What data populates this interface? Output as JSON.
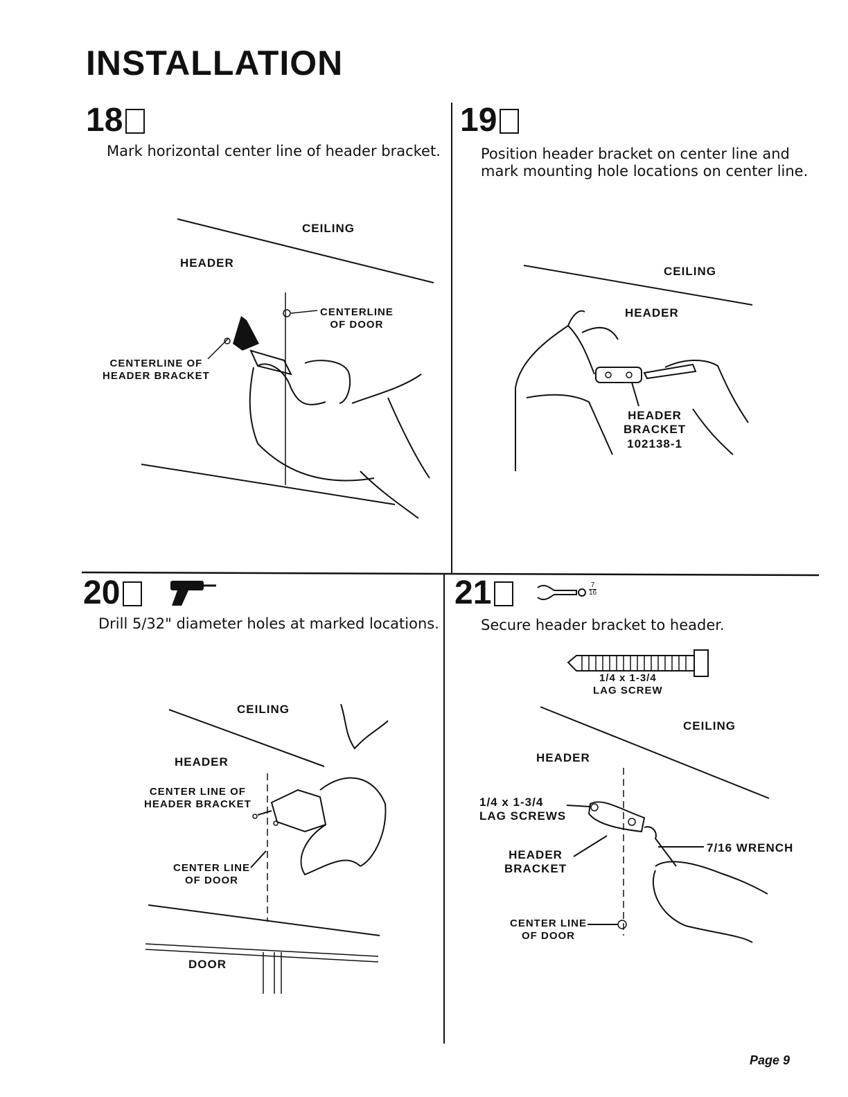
{
  "page": {
    "title": "INSTALLATION",
    "page_number": "Page 9"
  },
  "steps": [
    {
      "number": "18",
      "instruction": "Mark horizontal center line of header bracket.",
      "labels": {
        "ceiling": "CEILING",
        "header": "HEADER",
        "centerline_door_1": "CENTERLINE",
        "centerline_door_2": "OF DOOR",
        "centerline_bracket_1": "CENTERLINE OF",
        "centerline_bracket_2": "HEADER BRACKET"
      }
    },
    {
      "number": "19",
      "instruction_1": "Position header bracket on center line and",
      "instruction_2": "mark mounting hole locations on center line.",
      "labels": {
        "ceiling": "CEILING",
        "header": "HEADER",
        "bracket_1": "HEADER",
        "bracket_2": "BRACKET",
        "part_number": "102138-1"
      }
    },
    {
      "number": "20",
      "tool_icon": "drill-icon",
      "instruction": "Drill 5/32\" diameter holes at marked locations.",
      "labels": {
        "ceiling": "CEILING",
        "header": "HEADER",
        "center_bracket_1": "CENTER LINE OF",
        "center_bracket_2": "HEADER BRACKET",
        "center_door_1": "CENTER LINE",
        "center_door_2": "OF DOOR",
        "door": "DOOR"
      }
    },
    {
      "number": "21",
      "tool_icon": "wrench-icon",
      "wrench_size_num": "7",
      "wrench_size_den": "16",
      "instruction": "Secure header bracket to header.",
      "labels": {
        "screw_size": "1/4 x 1-3/4",
        "screw_name": "LAG SCREW",
        "ceiling": "CEILING",
        "header": "HEADER",
        "lag_screws_1": "1/4 x 1-3/4",
        "lag_screws_2": "LAG SCREWS",
        "wrench": "7/16 WRENCH",
        "bracket_1": "HEADER",
        "bracket_2": "BRACKET",
        "center_door_1": "CENTER LINE",
        "center_door_2": "OF DOOR"
      }
    }
  ]
}
